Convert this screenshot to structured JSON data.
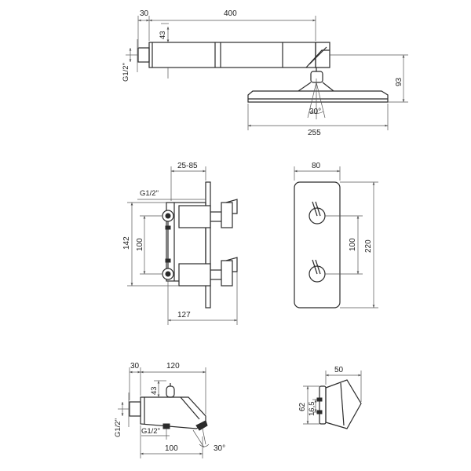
{
  "colors": {
    "line": "#2b2b2b",
    "dimension": "#555555",
    "background": "#ffffff"
  },
  "shower_arm": {
    "dim_wall_offset": "30",
    "dim_arm_length": "400",
    "dim_arm_height": "43",
    "dim_thread": "G1/2\"",
    "dim_total_height": "93",
    "dim_angle": "30°",
    "dim_head_width": "255"
  },
  "valve_side": {
    "dim_depth": "25-85",
    "dim_thread": "G1/2\"",
    "dim_overall_height": "142",
    "dim_outlet_spacing": "100",
    "dim_overall_depth": "127"
  },
  "valve_front": {
    "dim_width": "80",
    "dim_handle_spacing": "100",
    "dim_height": "220"
  },
  "spout": {
    "dim_wall_offset": "30",
    "dim_length": "120",
    "dim_height": "43",
    "dim_thread_inlet": "G1/2\"",
    "dim_thread_outlet": "G1/2\"",
    "dim_outlet_distance": "100",
    "dim_angle": "30°"
  },
  "holder": {
    "dim_depth": "50",
    "dim_height": "62",
    "dim_hole_spacing": "16,5"
  }
}
